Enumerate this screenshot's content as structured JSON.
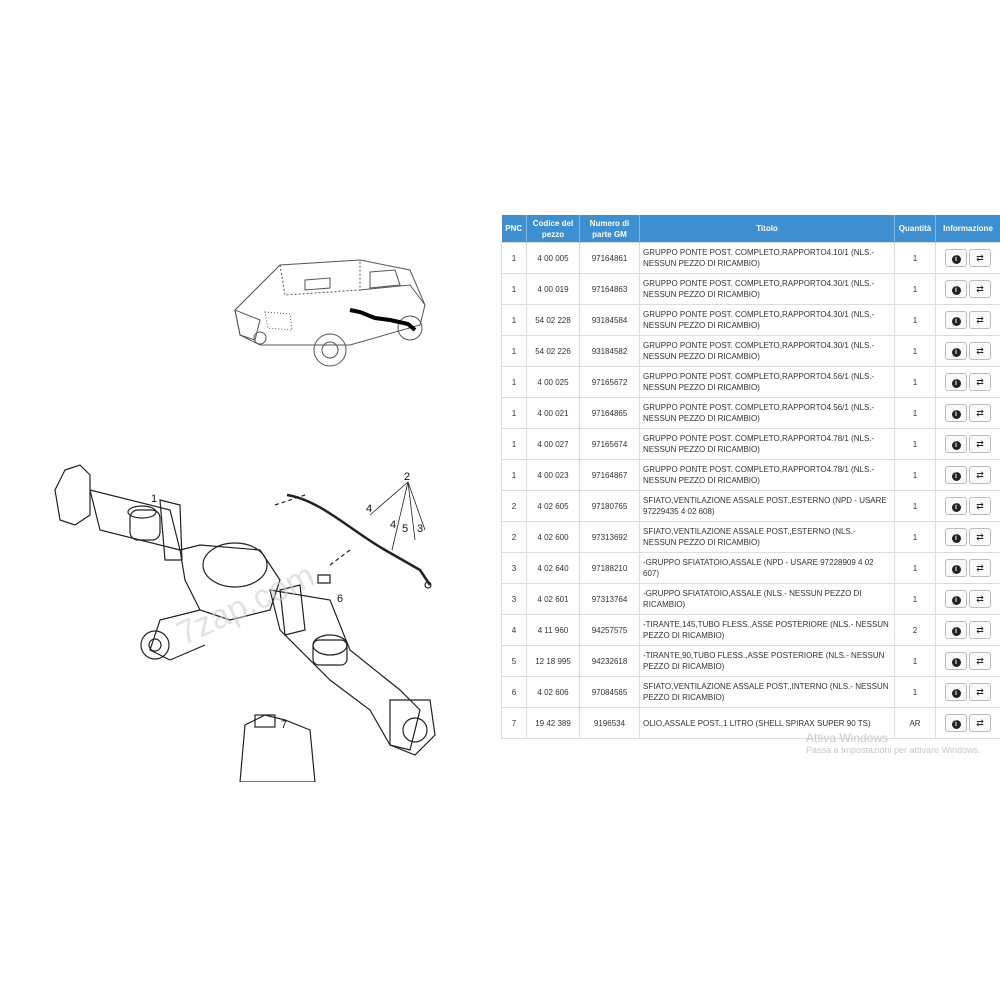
{
  "table": {
    "headers": {
      "pnc": "PNC",
      "codice": "Codice del pezzo",
      "numero": "Numero di parte GM",
      "titolo": "Titolo",
      "quantita": "Quantità",
      "informazione": "Informazione"
    },
    "rows": [
      {
        "pnc": "1",
        "codice": "4 00 005",
        "numero": "97164861",
        "titolo": "GRUPPO PONTE POST. COMPLETO,RAPPORTO4.10/1 (NLS.- NESSUN PEZZO DI RICAMBIO)",
        "quantita": "1"
      },
      {
        "pnc": "1",
        "codice": "4 00 019",
        "numero": "97164863",
        "titolo": "GRUPPO PONTE POST. COMPLETO,RAPPORTO4.30/1 (NLS.- NESSUN PEZZO DI RICAMBIO)",
        "quantita": "1"
      },
      {
        "pnc": "1",
        "codice": "54 02 228",
        "numero": "93184584",
        "titolo": "GRUPPO PONTE POST. COMPLETO,RAPPORTO4.30/1 (NLS.- NESSUN PEZZO DI RICAMBIO)",
        "quantita": "1"
      },
      {
        "pnc": "1",
        "codice": "54 02 226",
        "numero": "93184582",
        "titolo": "GRUPPO PONTE POST. COMPLETO,RAPPORTO4.30/1 (NLS.- NESSUN PEZZO DI RICAMBIO)",
        "quantita": "1"
      },
      {
        "pnc": "1",
        "codice": "4 00 025",
        "numero": "97165672",
        "titolo": "GRUPPO PONTE POST. COMPLETO,RAPPORTO4.56/1 (NLS.- NESSUN PEZZO DI RICAMBIO)",
        "quantita": "1"
      },
      {
        "pnc": "1",
        "codice": "4 00 021",
        "numero": "97164865",
        "titolo": "GRUPPO PONTE POST. COMPLETO,RAPPORTO4.56/1 (NLS.- NESSUN PEZZO DI RICAMBIO)",
        "quantita": "1"
      },
      {
        "pnc": "1",
        "codice": "4 00 027",
        "numero": "97165674",
        "titolo": "GRUPPO PONTE POST. COMPLETO,RAPPORTO4.78/1 (NLS.- NESSUN PEZZO DI RICAMBIO)",
        "quantita": "1"
      },
      {
        "pnc": "1",
        "codice": "4 00 023",
        "numero": "97164867",
        "titolo": "GRUPPO PONTE POST. COMPLETO,RAPPORTO4.78/1 (NLS.- NESSUN PEZZO DI RICAMBIO)",
        "quantita": "1"
      },
      {
        "pnc": "2",
        "codice": "4 02 605",
        "numero": "97180765",
        "titolo": "SFIATO,VENTILAZIONE ASSALE POST.,ESTERNO (NPD - USARE 97229435 4 02 608)",
        "quantita": "1"
      },
      {
        "pnc": "2",
        "codice": "4 02 600",
        "numero": "97313692",
        "titolo": "SFIATO,VENTILAZIONE ASSALE POST.,ESTERNO (NLS.- NESSUN PEZZO DI RICAMBIO)",
        "quantita": "1"
      },
      {
        "pnc": "3",
        "codice": "4 02 640",
        "numero": "97188210",
        "titolo": "-GRUPPO SFIATATOIO,ASSALE (NPD - USARE 97228909 4 02 607)",
        "quantita": "1"
      },
      {
        "pnc": "3",
        "codice": "4 02 601",
        "numero": "97313764",
        "titolo": "-GRUPPO SFIATATOIO,ASSALE (NLS.- NESSUN PEZZO DI RICAMBIO)",
        "quantita": "1"
      },
      {
        "pnc": "4",
        "codice": "4 11 960",
        "numero": "94257575",
        "titolo": "-TIRANTE,145,TUBO FLESS.,ASSE POSTERIORE (NLS.- NESSUN PEZZO DI RICAMBIO)",
        "quantita": "2"
      },
      {
        "pnc": "5",
        "codice": "12 18 995",
        "numero": "94232618",
        "titolo": "-TIRANTE,90,TUBO FLESS.,ASSE POSTERIORE (NLS.- NESSUN PEZZO DI RICAMBIO)",
        "quantita": "1"
      },
      {
        "pnc": "6",
        "codice": "4 02 606",
        "numero": "97084565",
        "titolo": "SFIATO,VENTILAZIONE ASSALE POST.,INTERNO (NLS.- NESSUN PEZZO DI RICAMBIO)",
        "quantita": "1"
      },
      {
        "pnc": "7",
        "codice": "19 42 389",
        "numero": "9196534",
        "titolo": "OLIO,ASSALE POST.,1 LITRO (SHELL SPIRAX SUPER 90 TS)",
        "quantita": "AR"
      }
    ]
  },
  "diagram": {
    "callouts": [
      "1",
      "2",
      "3",
      "4",
      "5",
      "6",
      "7"
    ],
    "watermark": "7zap.com"
  },
  "overlay": {
    "activate_windows": "Attiva Windows",
    "activate_hint": "Passa a Impostazioni per attivare Windows."
  },
  "icons": {
    "info": "info-circle-icon",
    "swap": "exchange-icon"
  },
  "colors": {
    "header_bg": "#3d8fd0",
    "header_text": "#ffffff",
    "border": "#dddddd"
  }
}
